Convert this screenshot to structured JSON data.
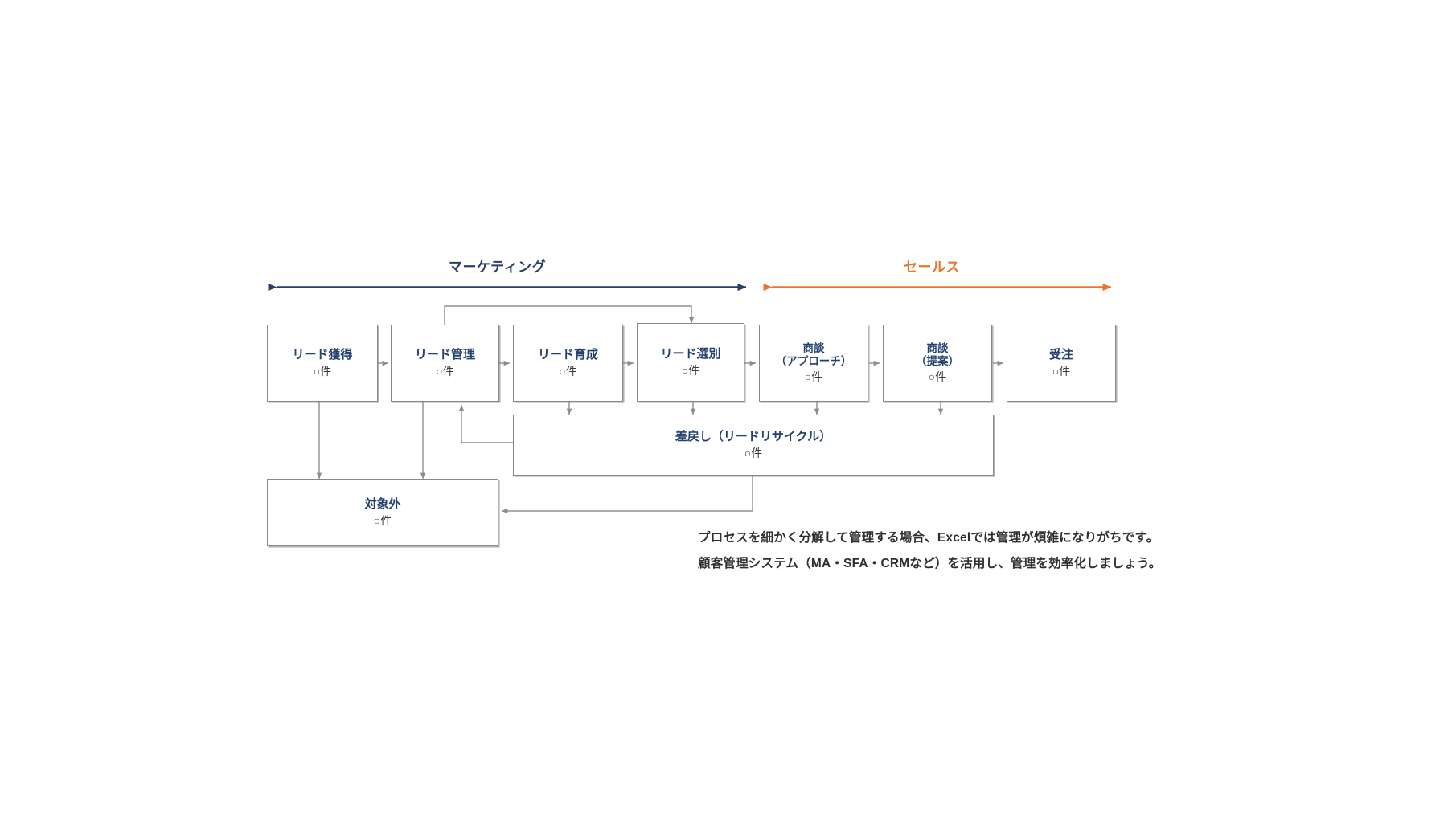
{
  "diagram": {
    "phases": [
      {
        "id": "marketing",
        "label": "マーケティング",
        "color": "#2b3f63"
      },
      {
        "id": "sales",
        "label": "セールス",
        "color": "#e8772e"
      }
    ],
    "count_suffix": "○件",
    "nodes": [
      {
        "id": "lead-acquisition",
        "title": "リード獲得",
        "subtitle": "",
        "count": "○件"
      },
      {
        "id": "lead-management",
        "title": "リード管理",
        "subtitle": "",
        "count": "○件"
      },
      {
        "id": "lead-nurturing",
        "title": "リード育成",
        "subtitle": "",
        "count": "○件"
      },
      {
        "id": "lead-qualification",
        "title": "リード選別",
        "subtitle": "",
        "count": "○件"
      },
      {
        "id": "negotiation-approach",
        "title": "商談",
        "subtitle": "（アプローチ）",
        "count": "○件"
      },
      {
        "id": "negotiation-proposal",
        "title": "商談",
        "subtitle": "（提案）",
        "count": "○件"
      },
      {
        "id": "order-received",
        "title": "受注",
        "subtitle": "",
        "count": "○件"
      },
      {
        "id": "lead-recycle",
        "title": "差戻し（リードリサイクル）",
        "subtitle": "",
        "count": "○件"
      },
      {
        "id": "out-of-scope",
        "title": "対象外",
        "subtitle": "",
        "count": "○件"
      }
    ],
    "box_border_color": "#8a8a8a",
    "connector_color": "#909090",
    "text_color": "#24406e"
  },
  "note": {
    "lines": [
      "プロセスを細かく分解して管理する場合、Excelでは管理が煩雑になりがちです。",
      "顧客管理システム（MA・SFA・CRMなど）を活用し、管理を効率化しましょう。"
    ]
  }
}
